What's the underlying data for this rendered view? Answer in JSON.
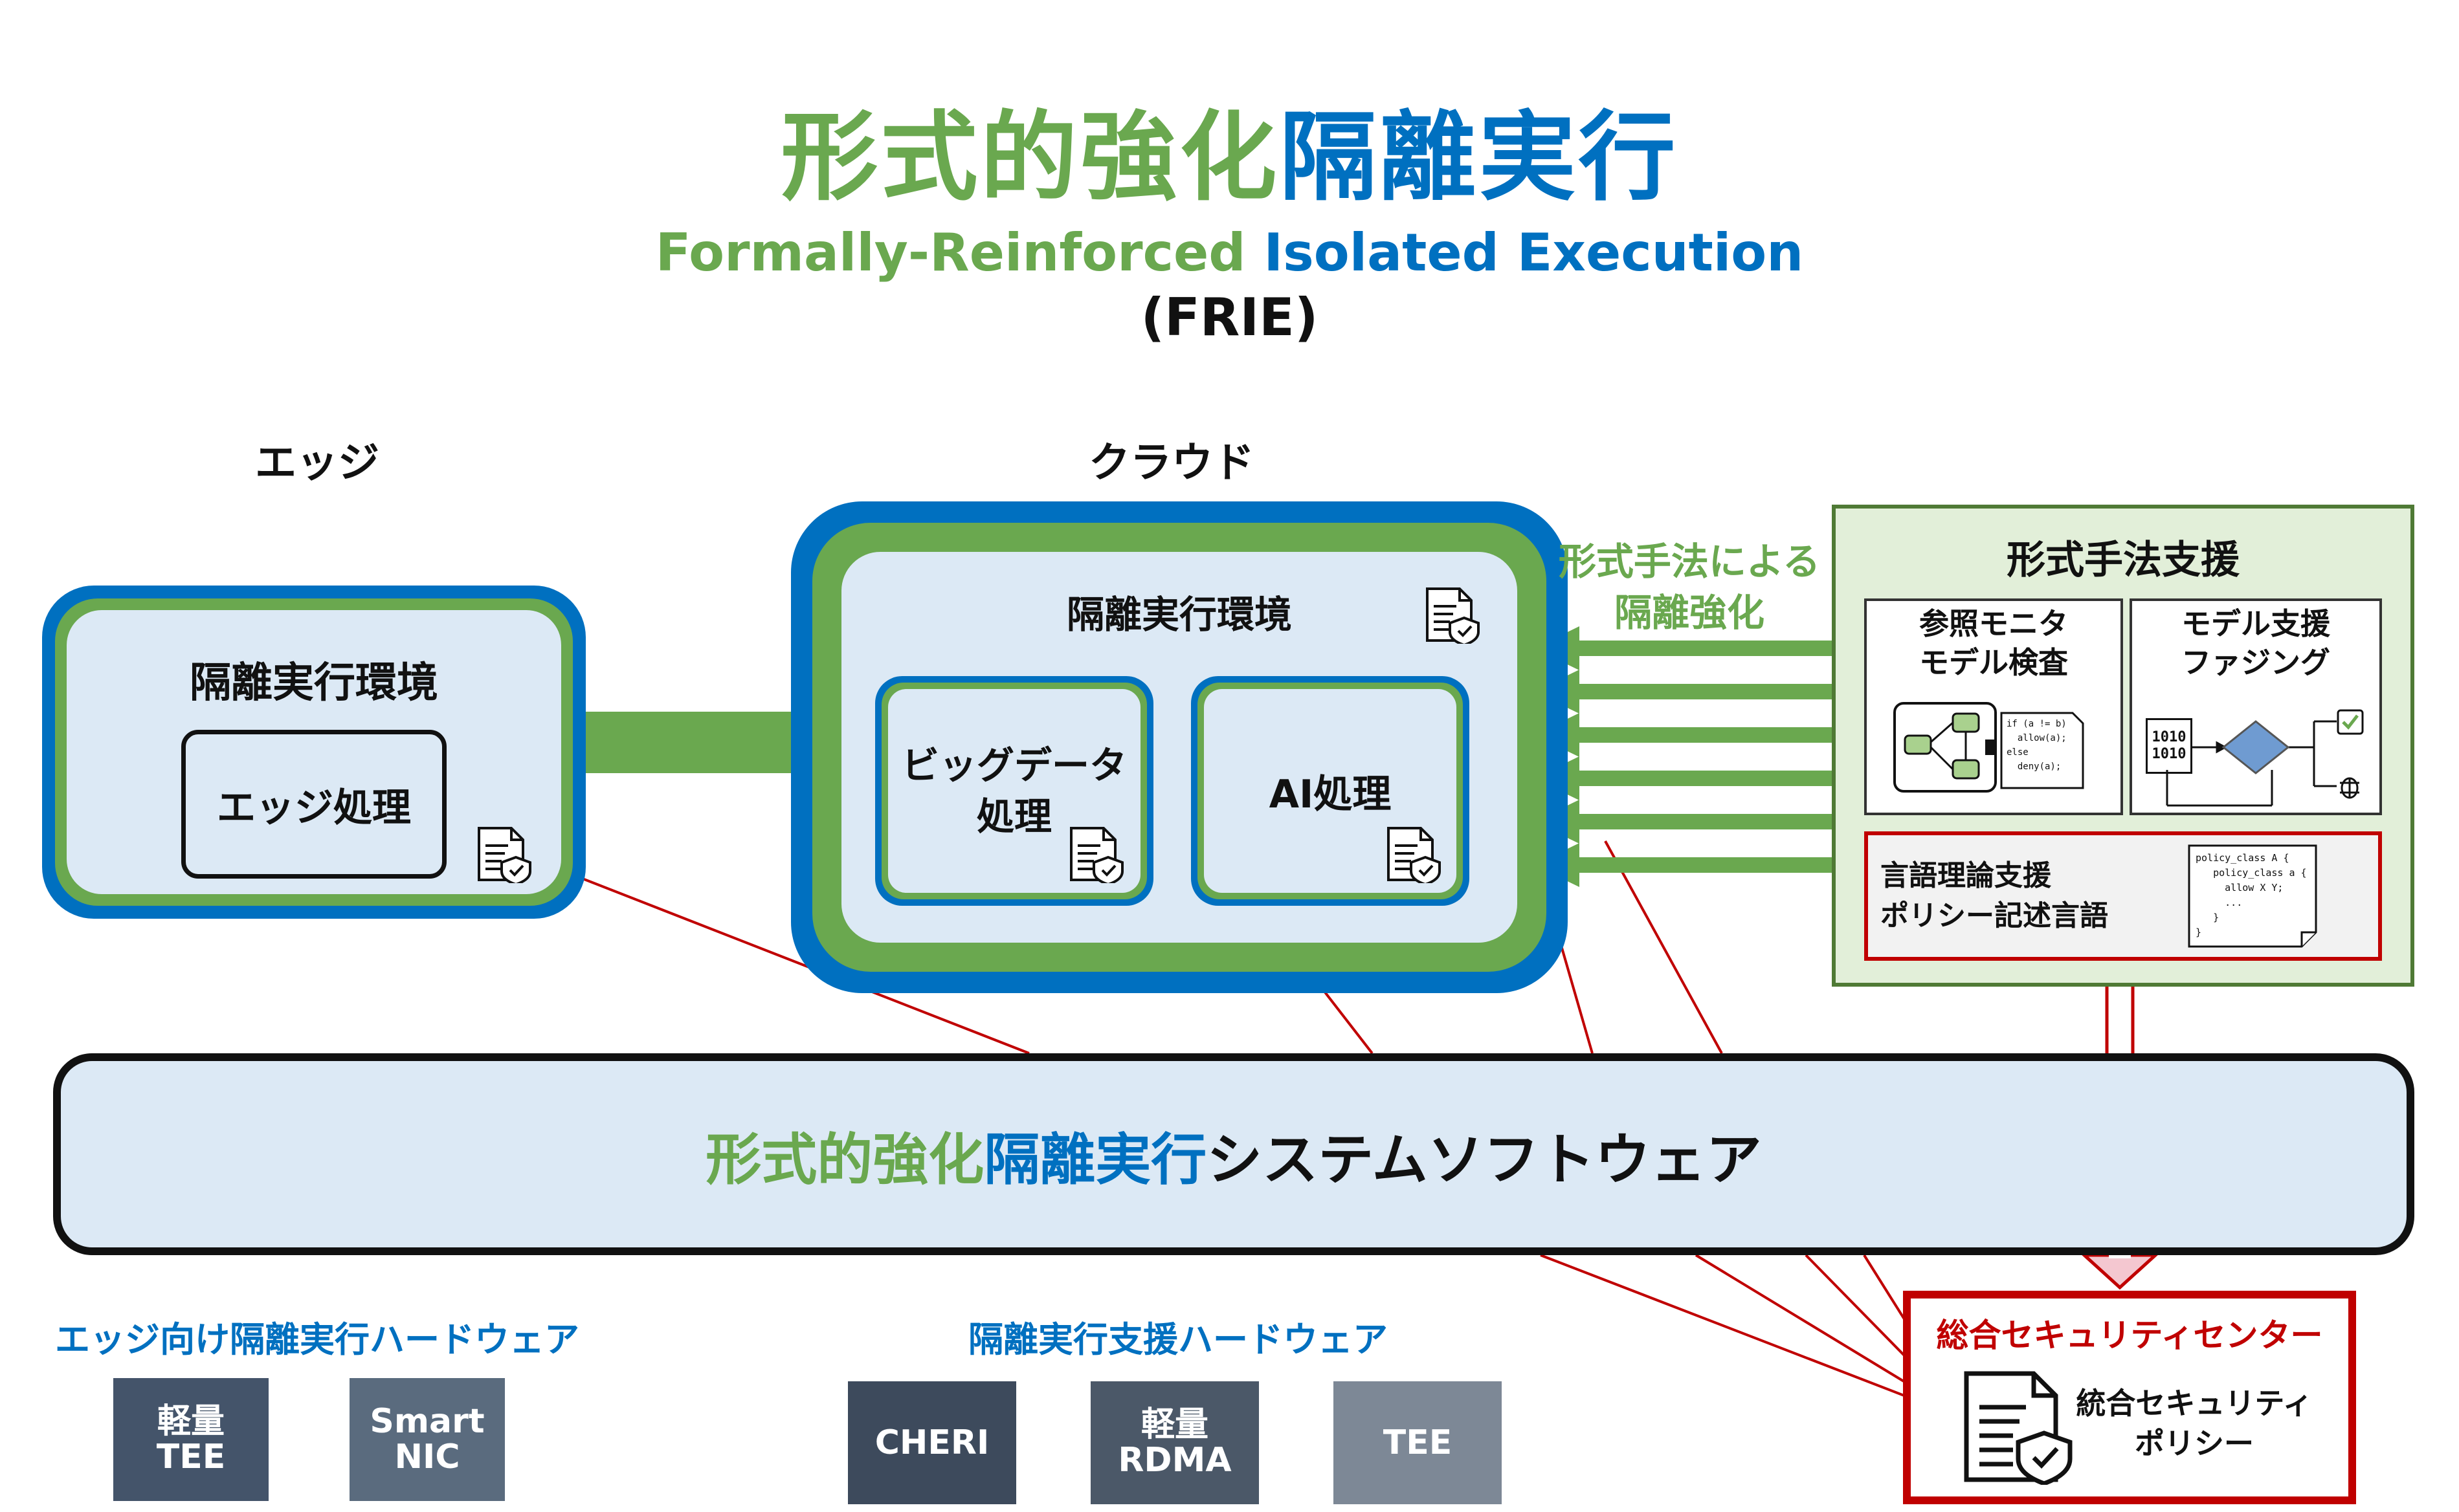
{
  "title": {
    "green": "形式的強化",
    "blue": "隔離実行"
  },
  "subtitle": {
    "green": "Formally-Reinforced",
    "blue": "Isolated Execution"
  },
  "acronym": "(FRIE)",
  "edge": {
    "heading": "エッジ",
    "env_label": "隔離実行環境",
    "process_label": "エッジ処理"
  },
  "cloud": {
    "heading": "クラウド",
    "env_label": "隔離実行環境",
    "bigdata_label": "ビッグデータ\n処理",
    "ai_label": "AI処理"
  },
  "reinforce_label": "形式手法による\n隔離強化",
  "formal_support": {
    "title": "形式手法支援",
    "ref_monitor": "参照モニタ\nモデル検査",
    "ref_monitor_code": "if (a != b)\n  allow(a);\nelse\n  deny(a);",
    "fuzzing": "モデル支援\nファジング",
    "fuzz_bits": "1010\n1010",
    "language": "言語理論支援\nポリシー記述言語",
    "policy_code": "policy_class A {\n   policy_class a {\n     allow X Y;\n     ...\n   }\n}"
  },
  "system_software": {
    "green": "形式的強化",
    "blue": "隔離実行",
    "black": "システムソフトウェア"
  },
  "security_center": {
    "title": "総合セキュリティセンター",
    "policy": "統合セキュリティ\nポリシー"
  },
  "hardware": {
    "edge_label": "エッジ向け隔離実行ハードウェア",
    "support_label": "隔離実行支援ハードウェア",
    "edge_items": [
      "軽量\nTEE",
      "Smart\nNIC"
    ],
    "support_items": [
      "CHERI",
      "軽量\nRDMA",
      "TEE"
    ]
  },
  "colors": {
    "green": "#6aa84f",
    "blue": "#0070c0",
    "red": "#c00000",
    "dark_green": "#4f7a35"
  }
}
